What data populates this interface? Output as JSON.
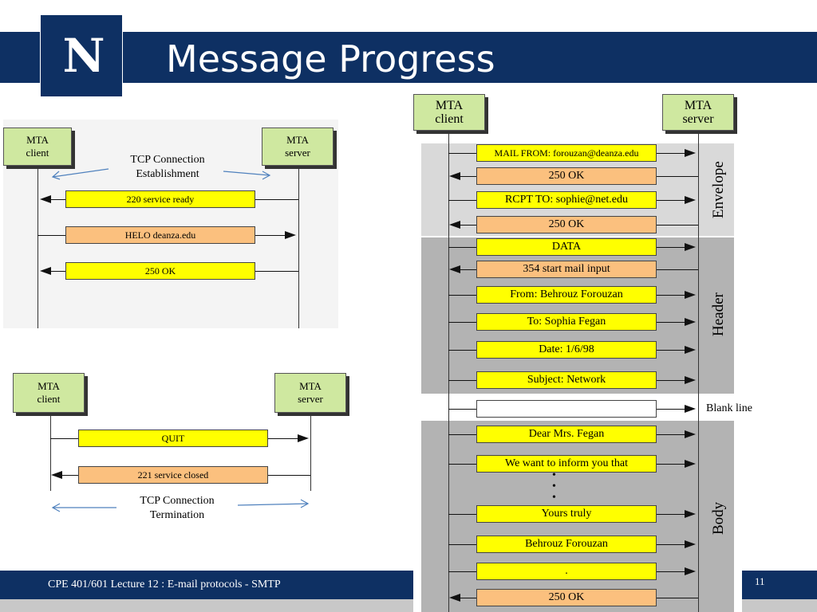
{
  "slide": {
    "title": "Message Progress",
    "logo_text": "N",
    "footer": "CPE 401/601 Lecture 12 : E-mail protocols - SMTP",
    "slide_number": "11"
  },
  "connection_setup": {
    "client": [
      "MTA",
      "client"
    ],
    "server": [
      "MTA",
      "server"
    ],
    "note": [
      "TCP Connection",
      "Establishment"
    ],
    "messages": [
      "220 service ready",
      "HELO  deanza.edu",
      "250 OK"
    ]
  },
  "connection_teardown": {
    "client": [
      "MTA",
      "client"
    ],
    "server": [
      "MTA",
      "server"
    ],
    "note": [
      "TCP Connection",
      "Termination"
    ],
    "messages": [
      "QUIT",
      "221 service closed"
    ]
  },
  "transfer": {
    "client": [
      "MTA",
      "client"
    ],
    "server": [
      "MTA",
      "server"
    ],
    "sections": {
      "envelope": "Envelope",
      "header": "Header",
      "body": "Body",
      "blank_line": "Blank line"
    },
    "messages": [
      "MAIL FROM: forouzan@deanza.edu",
      "250 OK",
      "RCPT TO: sophie@net.edu",
      "250 OK",
      "DATA",
      "354 start mail input",
      "From: Behrouz Forouzan",
      "To: Sophia Fegan",
      "Date: 1/6/98",
      "Subject: Network",
      "",
      "Dear Mrs. Fegan",
      "We want to inform you that",
      "Yours truly",
      "Behrouz Forouzan",
      ".",
      "250 OK"
    ],
    "ellipsis": "•"
  },
  "colors": {
    "navy": "#0e3063",
    "mta_box": "#cfe8a0",
    "client_message": "#ffff00",
    "server_reply": "#fbc07e"
  }
}
